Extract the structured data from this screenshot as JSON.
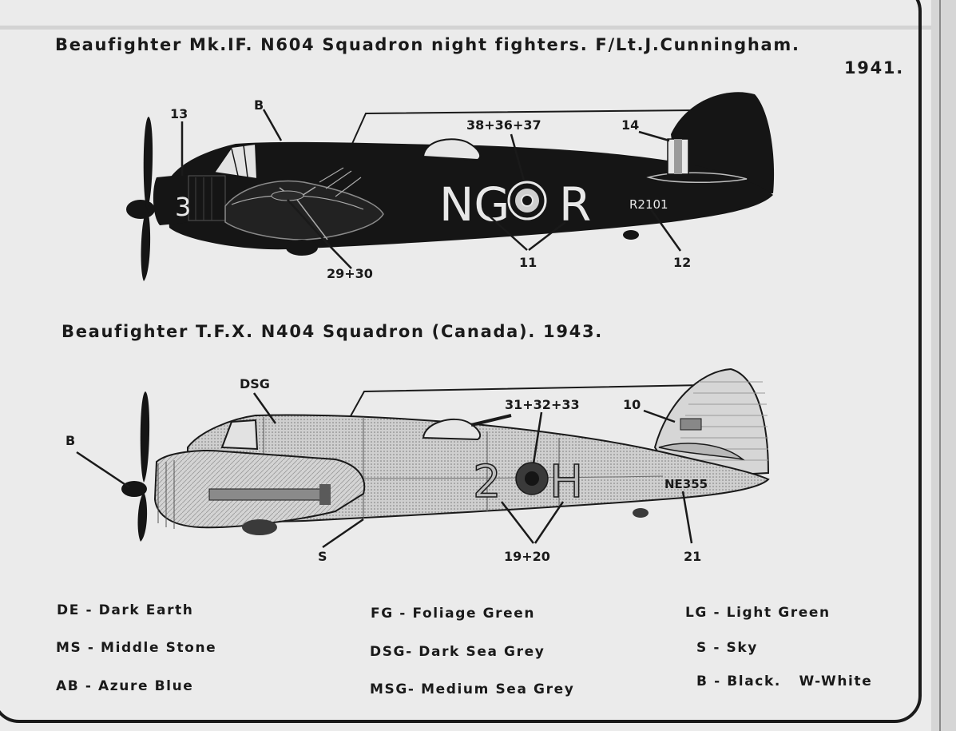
{
  "profile1": {
    "title_line1": "Beaufighter Mk.IF. N604 Squadron night fighters. F/Lt.J.Cunningham.",
    "title_line2": "1941.",
    "markings": {
      "nose_number": "3",
      "code_left": "NG",
      "code_right": "R",
      "serial": "R2101"
    },
    "callouts": [
      "13",
      "B",
      "38+36+37",
      "14",
      "29+30",
      "11",
      "12"
    ]
  },
  "profile2": {
    "title": "Beaufighter T.F.X. N404 Squadron (Canada). 1943.",
    "markings": {
      "code_left": "2",
      "code_right": "H",
      "serial": "NE355"
    },
    "callouts": [
      "DSG",
      "31+32+33",
      "10",
      "B",
      "S",
      "19+20",
      "21"
    ]
  },
  "legend": [
    {
      "text": "DE - Dark Earth"
    },
    {
      "text": "MS - Middle Stone"
    },
    {
      "text": "AB - Azure Blue"
    },
    {
      "text": "FG - Foliage Green"
    },
    {
      "text": "DSG- Dark Sea Grey"
    },
    {
      "text": "MSG- Medium Sea Grey"
    },
    {
      "text": "LG - Light Green"
    },
    {
      "text": "S - Sky"
    },
    {
      "text": "B - Black.   W-White"
    }
  ],
  "colors": {
    "paper": "#ebebeb",
    "ink": "#1a1a1a",
    "night_black": "#151515",
    "sea_grey": "#c9c9c9"
  }
}
